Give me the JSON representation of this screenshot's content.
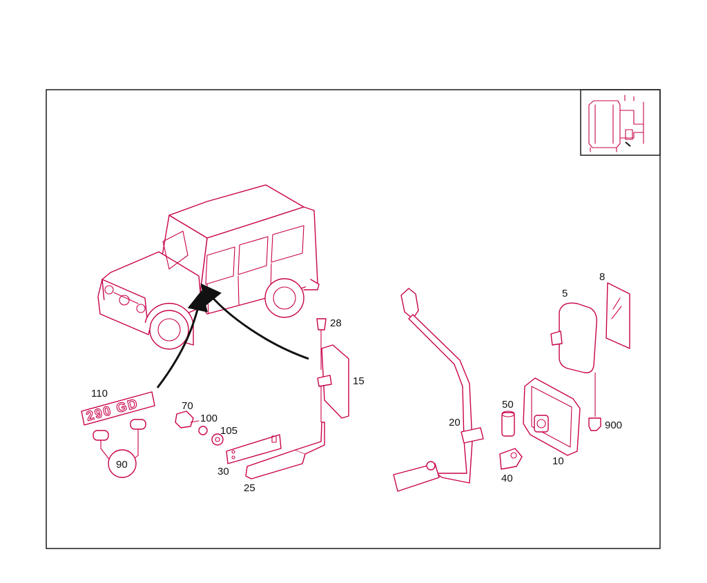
{
  "diagram": {
    "callouts": {
      "p5": "5",
      "p8": "8",
      "p10": "10",
      "p15": "15",
      "p20": "20",
      "p25": "25",
      "p28": "28",
      "p30": "30",
      "p40": "40",
      "p50": "50",
      "p70": "70",
      "p90": "90",
      "p100": "100",
      "p105": "105",
      "p110": "110",
      "p900": "900"
    },
    "emblem_text": "290 GD",
    "colors": {
      "part_outline": "#c8004a",
      "frame": "#1a1a1a",
      "arrow": "#111111",
      "background": "#ffffff"
    }
  }
}
